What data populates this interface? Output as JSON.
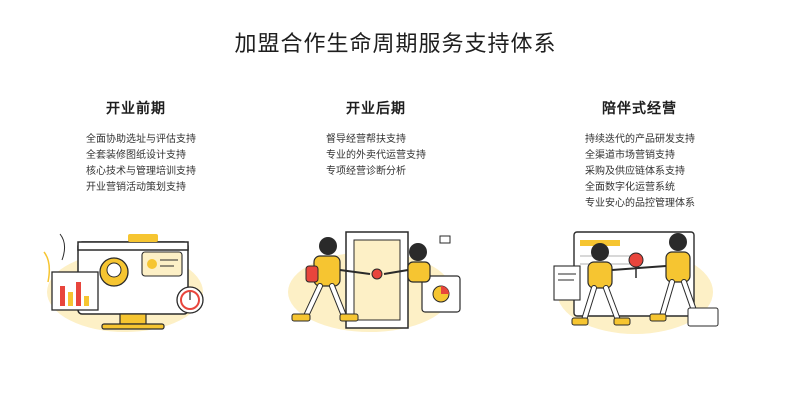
{
  "title": "加盟合作生命周期服务支持体系",
  "columns": [
    {
      "heading": "开业前期",
      "items": [
        "全面协助选址与评估支持",
        "全套装修图纸设计支持",
        "核心技术与管理培训支持",
        "开业营销活动策划支持"
      ],
      "illustration_icon": "dashboard-monitor-illustration"
    },
    {
      "heading": "开业后期",
      "items": [
        "督导经营帮扶支持",
        "专业的外卖代运营支持",
        "专项经营诊断分析"
      ],
      "illustration_icon": "support-handoff-illustration"
    },
    {
      "heading": "陪伴式经营",
      "items": [
        "持续迭代的产品研发支持",
        "全渠道市场营销支持",
        "采购及供应链体系支持",
        "全面数字化运营系统",
        "专业安心的品控管理体系"
      ],
      "illustration_icon": "partnership-illustration"
    }
  ],
  "colors": {
    "accent_yellow": "#f6c531",
    "accent_red": "#e8453c",
    "soft_yellow": "#fdf0c6",
    "text": "#1e1e1e"
  }
}
